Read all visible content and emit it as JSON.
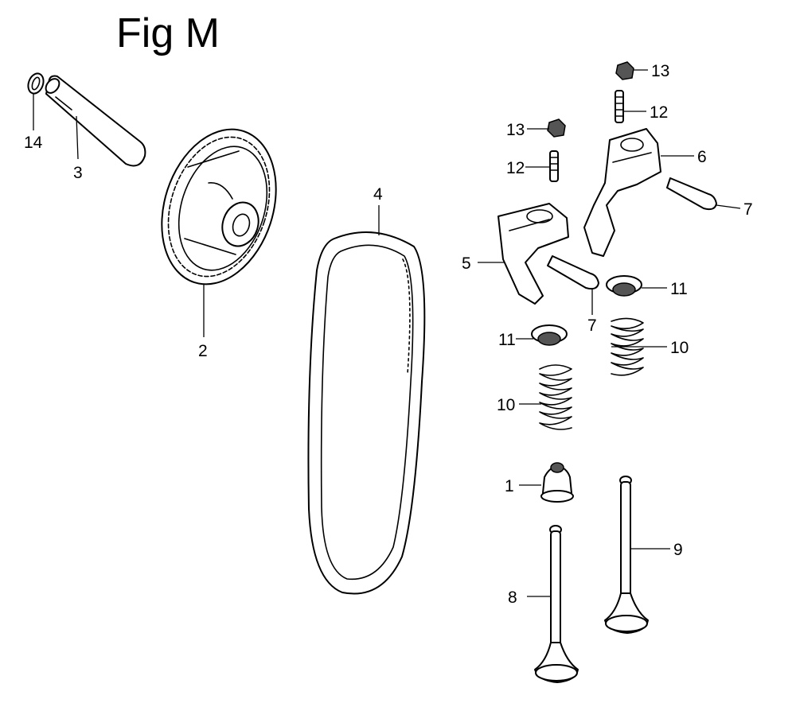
{
  "figure": {
    "title": "Fig M"
  },
  "callouts": {
    "c1": "1",
    "c2": "2",
    "c3": "3",
    "c4": "4",
    "c5": "5",
    "c6": "6",
    "c7a": "7",
    "c7b": "7",
    "c8": "8",
    "c9": "9",
    "c10a": "10",
    "c10b": "10",
    "c11a": "11",
    "c11b": "11",
    "c12a": "12",
    "c12b": "12",
    "c13a": "13",
    "c13b": "13",
    "c14": "14"
  }
}
